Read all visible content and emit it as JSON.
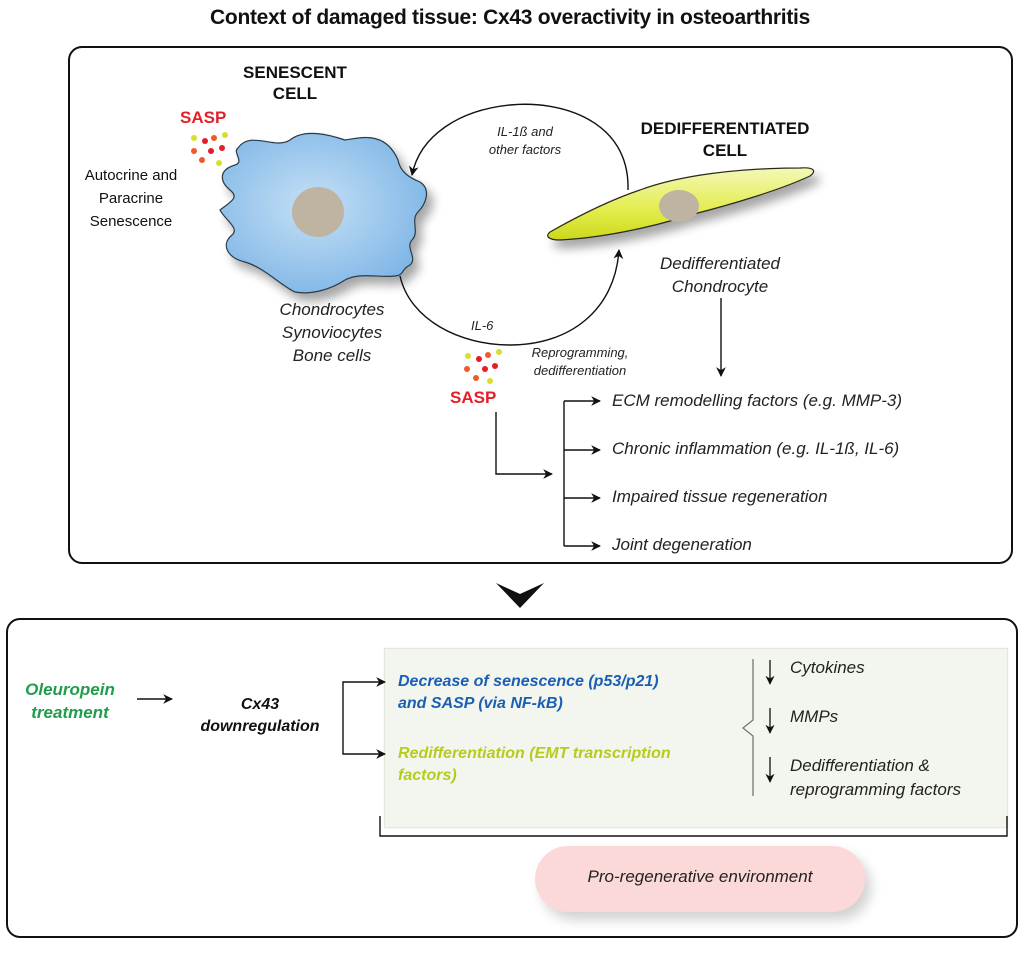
{
  "title": "Context of damaged tissue: Cx43 overactivity in osteoarthritis",
  "top_panel": {
    "senescent_cell": {
      "heading_line1": "SENESCENT",
      "heading_line2": "CELL",
      "types": [
        "Chondrocytes",
        "Synoviocytes",
        "Bone cells"
      ],
      "sasp_label": "SASP",
      "effect_lines": [
        "Autocrine and",
        "Paracrine",
        "Senescence"
      ]
    },
    "dedifferentiated_cell": {
      "heading_line1": "DEDIFFERENTIATED",
      "heading_line2": "CELL",
      "type_lines": [
        "Dedifferentiated",
        "Chondrocyte"
      ]
    },
    "cycle": {
      "top_label_lines": [
        "IL-1ß and",
        "other factors"
      ],
      "bottom_label": "IL-6",
      "reprogramming_lines": [
        "Reprogramming,",
        "dedifferentiation"
      ]
    },
    "sasp_bottom_label": "SASP",
    "outcomes": [
      "ECM remodelling factors (e.g. MMP-3)",
      "Chronic inflammation (e.g. IL-1ß, IL-6)",
      "Impaired tissue regeneration",
      "Joint degeneration"
    ]
  },
  "bottom_panel": {
    "treatment_lines": [
      "Oleuropein",
      "treatment"
    ],
    "cx43_lines": [
      "Cx43",
      "downregulation"
    ],
    "effects": [
      {
        "lines": [
          "Decrease of senescence (p53/p21)",
          "and SASP (via NF-kB)"
        ],
        "color": "#1a5fb4"
      },
      {
        "lines": [
          "Redifferentiation (EMT transcription",
          "factors)"
        ],
        "color": "#b5cc1d"
      }
    ],
    "reductions": [
      {
        "lines": [
          "Cytokines"
        ]
      },
      {
        "lines": [
          "MMPs"
        ]
      },
      {
        "lines": [
          "Dedifferentiation &",
          "reprogramming factors"
        ]
      }
    ],
    "result": "Pro-regenerative environment"
  },
  "colors": {
    "treatment_green": "#1f9e4a",
    "sasp_red": "#e3202a",
    "senescent_blue": "#8fc1ea",
    "dedifferentiated_yellow": "#dbe828",
    "nucleus": "#bfb3a1",
    "result_pill": "#fcd9d9"
  }
}
